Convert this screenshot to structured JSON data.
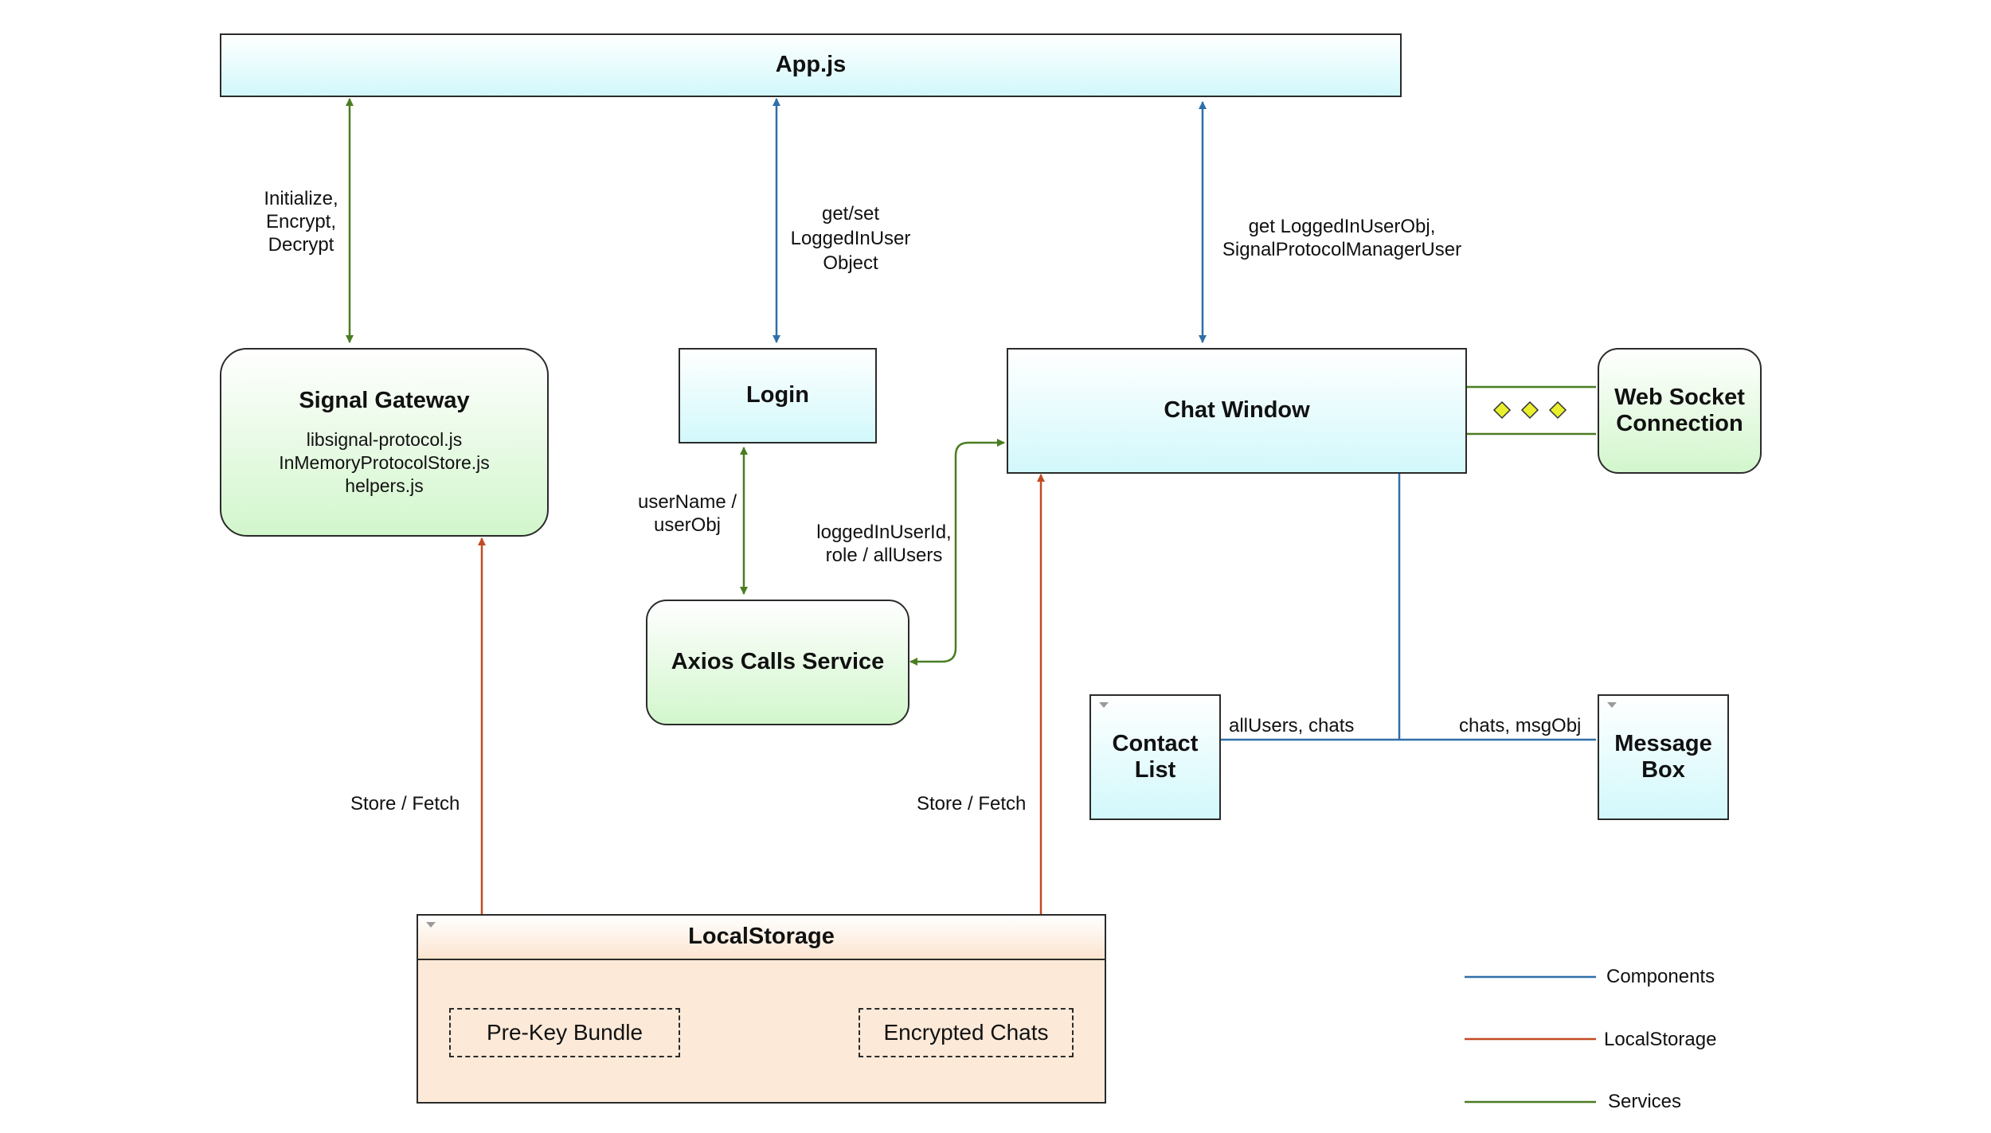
{
  "colors": {
    "components": "#2f6fa8",
    "localstorage": "#c24a23",
    "services": "#4a7d22"
  },
  "nodes": {
    "app": "App.js",
    "signal_gateway": {
      "title": "Signal Gateway",
      "files": [
        "libsignal-protocol.js",
        "InMemoryProtocolStore.js",
        "helpers.js"
      ]
    },
    "login": "Login",
    "chat_window": "Chat Window",
    "web_socket": [
      "Web Socket",
      "Connection"
    ],
    "axios": "Axios Calls Service",
    "contact_list": [
      "Contact",
      "List"
    ],
    "message_box": [
      "Message",
      "Box"
    ],
    "localstorage": {
      "title": "LocalStorage",
      "items": [
        "Pre-Key Bundle",
        "Encrypted Chats"
      ]
    }
  },
  "edge_labels": {
    "app_signal": [
      "Initialize,",
      "Encrypt,",
      "Decrypt"
    ],
    "app_login": [
      "get/set",
      "LoggedInUser",
      "Object"
    ],
    "app_chat": [
      "get LoggedInUserObj,",
      "SignalProtocolManagerUser"
    ],
    "login_axios": [
      "userName /",
      "userObj"
    ],
    "axios_chat": [
      "loggedInUserId,",
      "role / allUsers"
    ],
    "signal_storage": "Store / Fetch",
    "chat_storage": "Store / Fetch",
    "chat_contacts": "allUsers, chats",
    "chat_messagebox": "chats, msgObj"
  },
  "legend": [
    "Components",
    "LocalStorage",
    "Services"
  ]
}
